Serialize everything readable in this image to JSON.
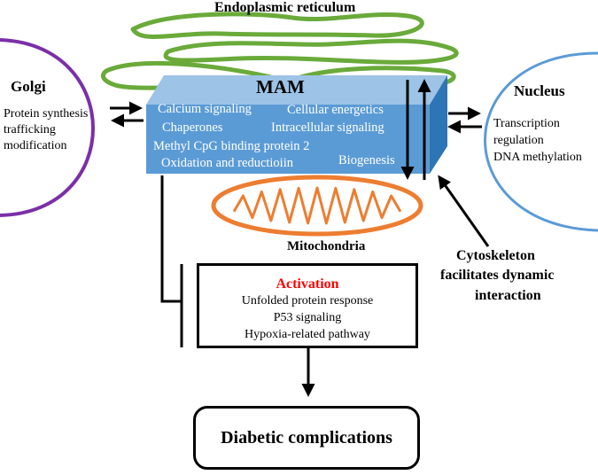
{
  "labels": {
    "er": "Endoplasmic reticulum",
    "golgi": "Golgi",
    "mam": "MAM",
    "nucleus": "Nucleus",
    "mitochondria": "Mitochondria",
    "cytoskeleton": [
      "Cytoskeleton",
      "facilitates dynamic",
      "interaction"
    ]
  },
  "golgi_functions": [
    "Protein synthesis",
    "trafficking",
    "modification"
  ],
  "nucleus_functions": [
    "Transcription",
    "regulation",
    "DNA methylation"
  ],
  "mam_functions": {
    "calcium": "Calcium signaling",
    "energetics": "Cellular energetics",
    "chaperones": "Chaperones",
    "intracellular": "Intracellular signaling",
    "methyl": "Methyl CpG binding protein 2",
    "oxidation": "Oxidation and reductioiin",
    "biogenesis": "Biogenesis"
  },
  "activation": {
    "title": "Activation",
    "items": [
      "Unfolded protein response",
      "P53 signaling",
      "Hypoxia-related pathway"
    ]
  },
  "outcome": "Diabetic complications",
  "colors": {
    "er": "#6aaa3a",
    "golgi": "#7b2fa8",
    "nucleus": "#5b9bd5",
    "mitochondria": "#ed7d31",
    "mam_front": "#5b9bd5",
    "mam_top": "#9dc3e6",
    "activation": "#ff0000"
  }
}
